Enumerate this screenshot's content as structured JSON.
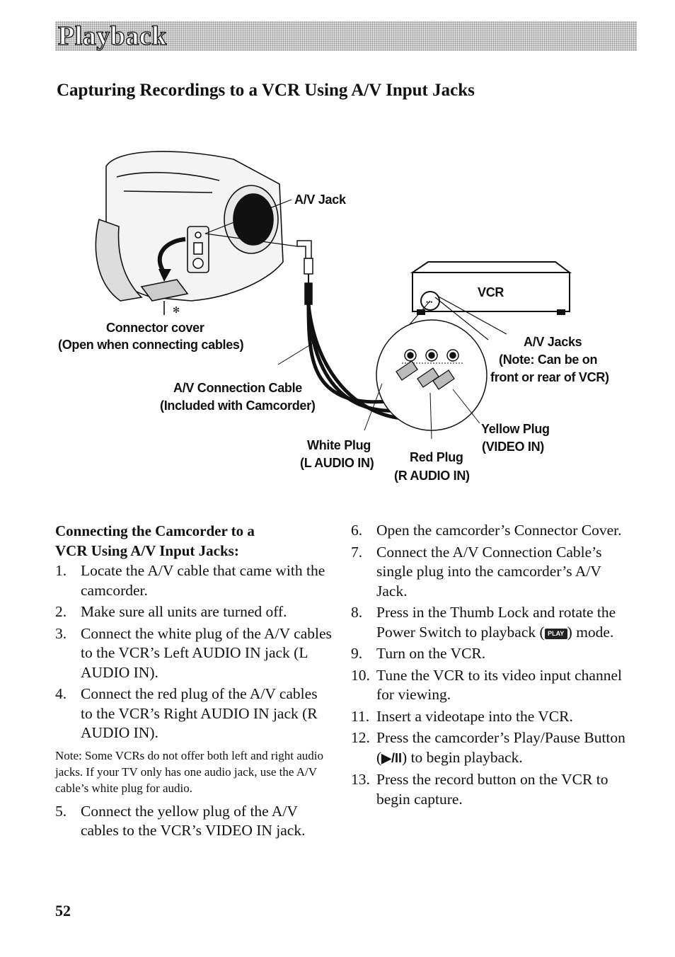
{
  "header": {
    "banner_title": "Playback"
  },
  "section_title": "Capturing Recordings to a VCR Using A/V Input Jacks",
  "diagram": {
    "av_jack": "A/V Jack",
    "vcr": "VCR",
    "connector_cover_1": "Connector cover",
    "connector_cover_2": "(Open when connecting cables)",
    "av_jacks_1": "A/V Jacks",
    "av_jacks_2": "(Note: Can be on",
    "av_jacks_3": "front or rear of VCR)",
    "cable_1": "A/V Connection Cable",
    "cable_2": "(Included with Camcorder)",
    "yellow_1": "Yellow Plug",
    "yellow_2": "(VIDEO IN)",
    "white_1": "White Plug",
    "white_2": "(L AUDIO IN)",
    "red_1": "Red Plug",
    "red_2": "(R AUDIO IN)"
  },
  "left": {
    "subhead_1": "Connecting the Camcorder to a",
    "subhead_2": "VCR Using A/V Input Jacks:",
    "steps": [
      {
        "num": "1.",
        "text": "Locate the A/V cable that came with the camcorder."
      },
      {
        "num": "2.",
        "text": "Make sure all units are turned off."
      },
      {
        "num": "3.",
        "text": "Connect the white plug of the A/V cables to the VCR’s Left AUDIO IN jack (L AUDIO IN)."
      },
      {
        "num": "4.",
        "text": "Connect the red plug of the A/V cables to the VCR’s Right AUDIO IN jack (R AUDIO IN)."
      }
    ],
    "note_label": "Note:",
    "note_text": "Some VCRs do not offer both left and right audio jacks. If your TV only has one audio jack, use the A/V cable’s white plug for audio.",
    "step5": {
      "num": "5.",
      "text": "Connect the yellow plug of the A/V cables to the VCR’s VIDEO IN jack."
    }
  },
  "right": {
    "steps": [
      {
        "num": "6.",
        "text": "Open the camcorder’s Connector Cover."
      },
      {
        "num": "7.",
        "text": "Connect the A/V Connection Cable’s single plug into the camcorder’s A/V Jack."
      }
    ],
    "step8": {
      "num": "8.",
      "text_a": "Press in the Thumb Lock and rotate the Power Switch to playback (",
      "icon": "PLAY",
      "text_b": ") mode."
    },
    "steps_b": [
      {
        "num": "9.",
        "text": "Turn on the VCR."
      },
      {
        "num": "10.",
        "text": "Tune the VCR to its video input channel for viewing."
      },
      {
        "num": "11.",
        "text": "Insert a videotape into the VCR."
      }
    ],
    "step12": {
      "num": "12.",
      "text_a": "Press the camcorder’s Play/Pause Button (",
      "symbol": "▶/II",
      "text_b": ") to begin playback."
    },
    "step13": {
      "num": "13.",
      "text": "Press the record button on the VCR to begin capture."
    }
  },
  "page_number": "52"
}
